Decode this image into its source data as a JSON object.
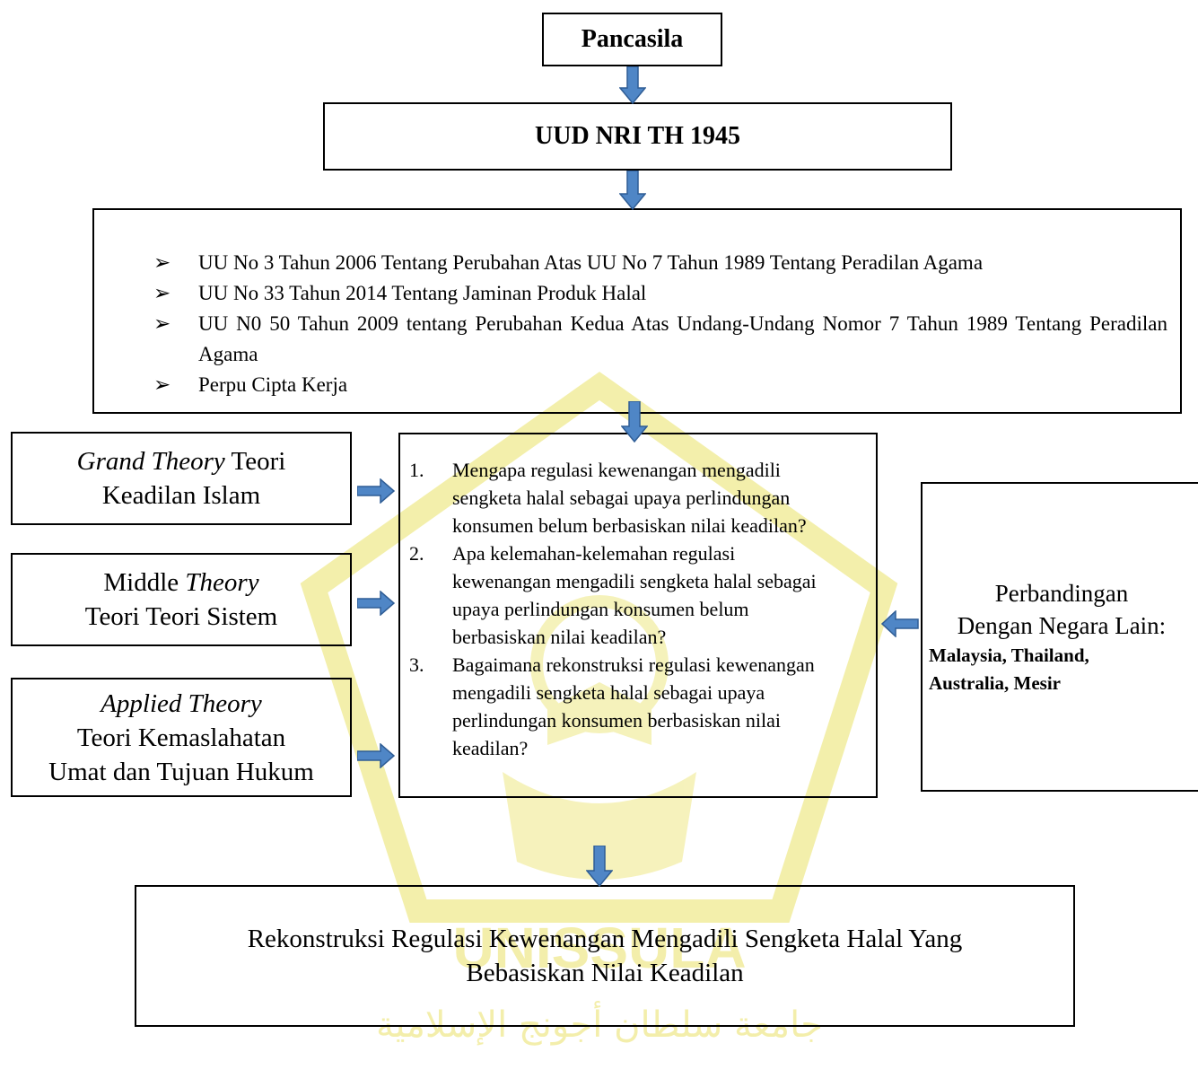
{
  "top": {
    "title": "Pancasila"
  },
  "constitution": {
    "title": "UUD NRI TH 1945"
  },
  "laws": {
    "bullet_icon": "arrowhead-bullet-icon",
    "items": [
      "UU No 3 Tahun 2006 Tentang Perubahan Atas UU No 7 Tahun 1989 Tentang Peradilan Agama",
      "UU No 33 Tahun 2014 Tentang Jaminan Produk Halal",
      "UU N0 50 Tahun 2009 tentang Perubahan Kedua Atas Undang-Undang Nomor 7 Tahun 1989 Tentang Peradilan Agama",
      "Perpu Cipta Kerja"
    ]
  },
  "theories": {
    "grand": {
      "italic": "Grand Theory",
      "rest1": " Teori",
      "line2": "Keadilan Islam"
    },
    "middle": {
      "line1a": "Middle ",
      "line1b_italic": "Theory",
      "line2": "Teori Teori Sistem"
    },
    "applied": {
      "italic": "Applied Theory",
      "line2": "Teori Kemaslahatan",
      "line3": "Umat dan Tujuan Hukum"
    }
  },
  "questions": [
    {
      "num": "1.",
      "text": "Mengapa regulasi kewenangan mengadili sengketa halal sebagai upaya perlindungan konsumen belum berbasiskan nilai keadilan?"
    },
    {
      "num": "2.",
      "text": "Apa kelemahan-kelemahan regulasi kewenangan mengadili sengketa halal sebagai upaya perlindungan konsumen belum berbasiskan nilai keadilan?"
    },
    {
      "num": "3.",
      "text": "Bagaimana rekonstruksi regulasi kewenangan mengadili sengketa halal sebagai upaya perlindungan konsumen berbasiskan nilai keadilan?"
    }
  ],
  "comparison": {
    "line1": "Perbandingan",
    "line2": "Dengan Negara Lain:",
    "countries1": "Malaysia, Thailand,",
    "countries2": "Australia, Mesir"
  },
  "result": {
    "line1": "Rekonstruksi Regulasi Kewenangan Mengadili Sengketa Halal Yang",
    "line2": "Bebasiskan Nilai Keadilan"
  },
  "watermark": {
    "text": "UNISSULA",
    "arabic": "جامعة سلطان أجونج الإسلامية"
  },
  "colors": {
    "arrow_fill": "#4f86c6",
    "arrow_stroke": "#2f5d95",
    "watermark": "#f1ec9a",
    "border": "#000000"
  }
}
